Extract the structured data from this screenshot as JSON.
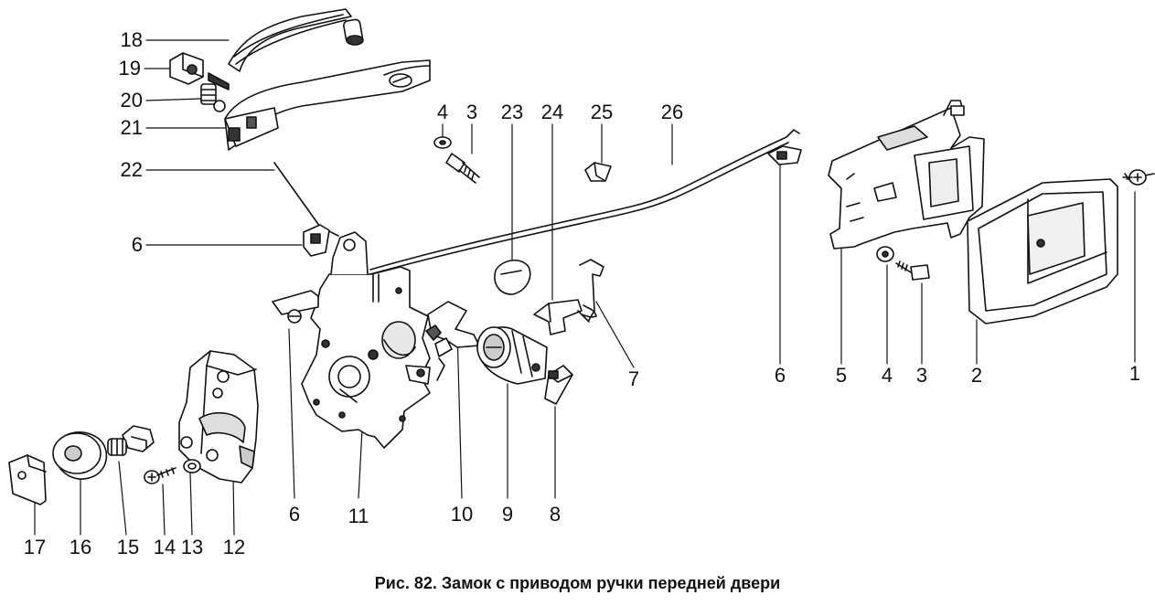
{
  "caption": "Рис. 82. Замок с приводом ручки передней двери",
  "callouts": {
    "c1": "1",
    "c2": "2",
    "c3": "3",
    "c3b": "3",
    "c4": "4",
    "c4b": "4",
    "c5": "5",
    "c6a": "6",
    "c6b": "6",
    "c6c": "6",
    "c7": "7",
    "c8": "8",
    "c9": "9",
    "c10": "10",
    "c11": "11",
    "c12": "12",
    "c13": "13",
    "c14": "14",
    "c15": "15",
    "c16": "16",
    "c17": "17",
    "c18": "18",
    "c19": "19",
    "c20": "20",
    "c21": "21",
    "c22": "22",
    "c23": "23",
    "c24": "24",
    "c25": "25",
    "c26": "26"
  },
  "colors": {
    "ink": "#111111",
    "paper": "#ffffff",
    "shade": "#cfcfcf",
    "dark": "#555555"
  }
}
